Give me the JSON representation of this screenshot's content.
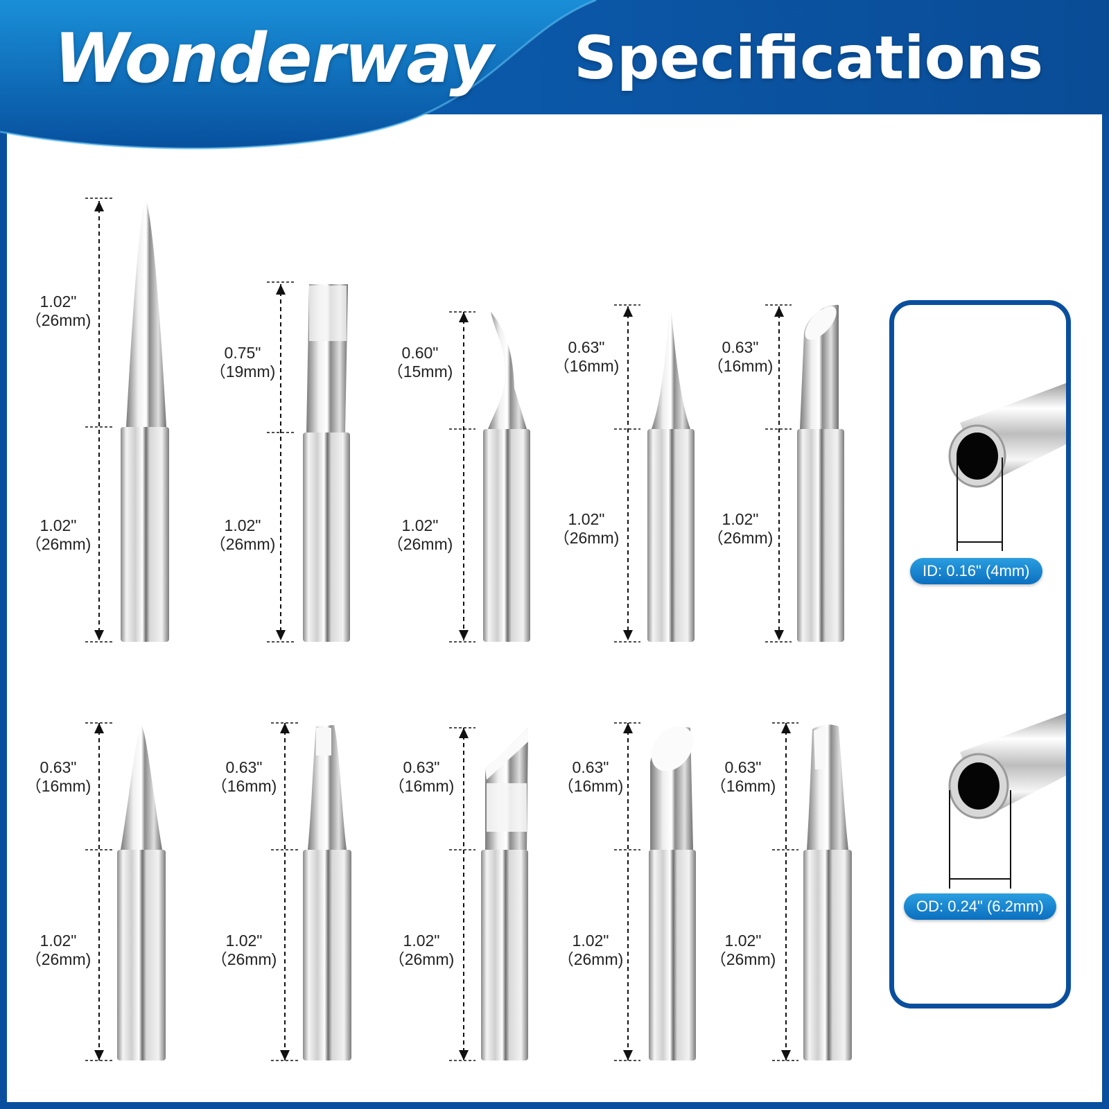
{
  "header": {
    "brand": "Wonderway",
    "title": "Specifications"
  },
  "tips_row_1": [
    {
      "upper": {
        "in": "1.02\"",
        "mm": "（26mm)"
      },
      "lower": {
        "in": "1.02\"",
        "mm": "（26mm)"
      }
    },
    {
      "upper": {
        "in": "0.75\"",
        "mm": "（19mm)"
      },
      "lower": {
        "in": "1.02\"",
        "mm": "（26mm)"
      }
    },
    {
      "upper": {
        "in": "0.60\"",
        "mm": "（15mm)"
      },
      "lower": {
        "in": "1.02\"",
        "mm": "（26mm)"
      }
    },
    {
      "upper": {
        "in": "0.63\"",
        "mm": "（16mm)"
      },
      "lower": {
        "in": "1.02\"",
        "mm": "（26mm)"
      }
    },
    {
      "upper": {
        "in": "0.63\"",
        "mm": "（16mm)"
      },
      "lower": {
        "in": "1.02\"",
        "mm": "（26mm)"
      }
    }
  ],
  "tips_row_2": [
    {
      "upper": {
        "in": "0.63\"",
        "mm": "（16mm)"
      },
      "lower": {
        "in": "1.02\"",
        "mm": "（26mm)"
      }
    },
    {
      "upper": {
        "in": "0.63\"",
        "mm": "（16mm)"
      },
      "lower": {
        "in": "1.02\"",
        "mm": "（26mm)"
      }
    },
    {
      "upper": {
        "in": "0.63\"",
        "mm": "（16mm)"
      },
      "lower": {
        "in": "1.02\"",
        "mm": "（26mm)"
      }
    },
    {
      "upper": {
        "in": "0.63\"",
        "mm": "（16mm)"
      },
      "lower": {
        "in": "1.02\"",
        "mm": "（26mm)"
      }
    },
    {
      "upper": {
        "in": "0.63\"",
        "mm": "（16mm)"
      },
      "lower": {
        "in": "1.02\"",
        "mm": "（26mm)"
      }
    }
  ],
  "inner_diameter": "ID: 0.16\" (4mm)",
  "outer_diameter": "OD: 0.24\" (6.2mm)",
  "colors": {
    "header_blue": "#0a5eb0",
    "badge_blue": "#1680d0",
    "panel_border": "#0a4f9e"
  }
}
